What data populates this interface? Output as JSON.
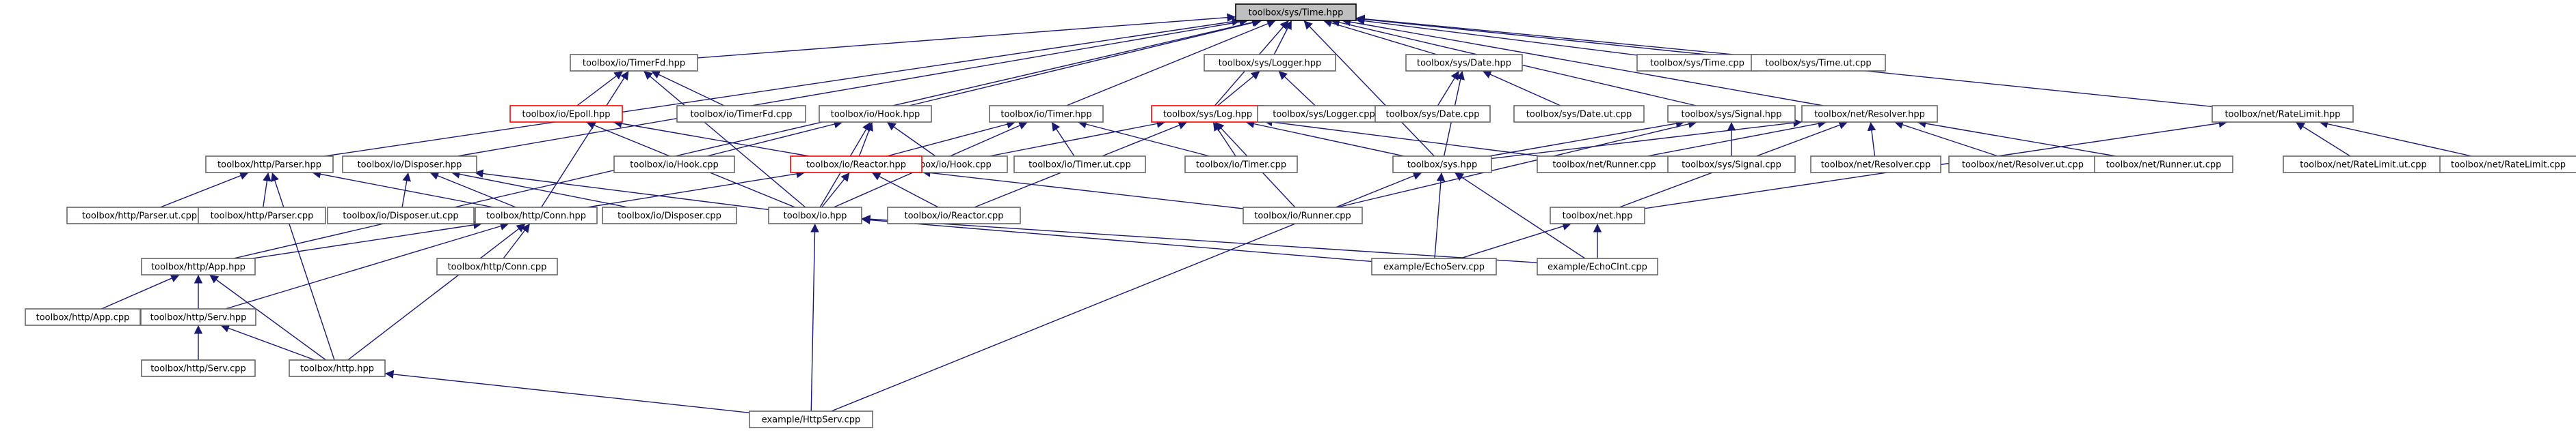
{
  "root": "toolbox/sys/Time.hpp",
  "nodes": [
    {
      "id": "time_hpp",
      "label": "toolbox/sys/Time.hpp",
      "style": "root"
    },
    {
      "id": "timerfd_hpp",
      "label": "toolbox/io/TimerFd.hpp"
    },
    {
      "id": "logger_hpp",
      "label": "toolbox/sys/Logger.hpp"
    },
    {
      "id": "date_hpp",
      "label": "toolbox/sys/Date.hpp"
    },
    {
      "id": "time_cpp",
      "label": "toolbox/sys/Time.cpp"
    },
    {
      "id": "time_ut_cpp",
      "label": "toolbox/sys/Time.ut.cpp"
    },
    {
      "id": "epoll_hpp",
      "label": "toolbox/io/Epoll.hpp",
      "style": "red"
    },
    {
      "id": "timerfd_cpp",
      "label": "toolbox/io/TimerFd.cpp"
    },
    {
      "id": "hook_hpp",
      "label": "toolbox/io/Hook.hpp"
    },
    {
      "id": "timer_hpp",
      "label": "toolbox/io/Timer.hpp"
    },
    {
      "id": "log_hpp",
      "label": "toolbox/sys/Log.hpp",
      "style": "red"
    },
    {
      "id": "logger_cpp",
      "label": "toolbox/sys/Logger.cpp"
    },
    {
      "id": "date_cpp",
      "label": "toolbox/sys/Date.cpp"
    },
    {
      "id": "date_ut_cpp",
      "label": "toolbox/sys/Date.ut.cpp"
    },
    {
      "id": "signal_hpp",
      "label": "toolbox/sys/Signal.hpp"
    },
    {
      "id": "resolver_hpp",
      "label": "toolbox/net/Resolver.hpp"
    },
    {
      "id": "ratelimit_hpp",
      "label": "toolbox/net/RateLimit.hpp"
    },
    {
      "id": "parser_hpp",
      "label": "toolbox/http/Parser.hpp"
    },
    {
      "id": "disposer_hpp",
      "label": "toolbox/io/Disposer.hpp"
    },
    {
      "id": "hook_cpp",
      "label": "toolbox/io/Hook.cpp"
    },
    {
      "id": "iohook_cpp",
      "label": "toolbox/io/Hook.cpp"
    },
    {
      "id": "reactor_hpp",
      "label": "toolbox/io/Reactor.hpp",
      "style": "red"
    },
    {
      "id": "timer_ut_cpp",
      "label": "toolbox/io/Timer.ut.cpp"
    },
    {
      "id": "timer_cpp",
      "label": "toolbox/io/Timer.cpp"
    },
    {
      "id": "sys_hpp",
      "label": "toolbox/sys.hpp"
    },
    {
      "id": "net_runner_cpp",
      "label": "toolbox/net/Runner.cpp"
    },
    {
      "id": "signal_cpp",
      "label": "toolbox/sys/Signal.cpp"
    },
    {
      "id": "resolver_cpp",
      "label": "toolbox/net/Resolver.cpp"
    },
    {
      "id": "resolver_ut_cpp",
      "label": "toolbox/net/Resolver.ut.cpp"
    },
    {
      "id": "runner_ut_cpp",
      "label": "toolbox/net/Runner.ut.cpp"
    },
    {
      "id": "ratelimit_ut_cpp",
      "label": "toolbox/net/RateLimit.ut.cpp"
    },
    {
      "id": "ratelimit_cpp",
      "label": "toolbox/net/RateLimit.cpp"
    },
    {
      "id": "parser_ut_cpp",
      "label": "toolbox/http/Parser.ut.cpp"
    },
    {
      "id": "parser_cpp",
      "label": "toolbox/http/Parser.cpp"
    },
    {
      "id": "disposer_ut_cpp",
      "label": "toolbox/io/Disposer.ut.cpp"
    },
    {
      "id": "conn_hpp",
      "label": "toolbox/http/Conn.hpp"
    },
    {
      "id": "disposer_cpp",
      "label": "toolbox/io/Disposer.cpp"
    },
    {
      "id": "io_hpp",
      "label": "toolbox/io.hpp"
    },
    {
      "id": "reactor_cpp",
      "label": "toolbox/io/Reactor.cpp"
    },
    {
      "id": "io_runner_cpp",
      "label": "toolbox/io/Runner.cpp"
    },
    {
      "id": "net_hpp",
      "label": "toolbox/net.hpp"
    },
    {
      "id": "app_hpp",
      "label": "toolbox/http/App.hpp"
    },
    {
      "id": "conn_cpp",
      "label": "toolbox/http/Conn.cpp"
    },
    {
      "id": "echoserv_cpp",
      "label": "example/EchoServ.cpp"
    },
    {
      "id": "echoclnt_cpp",
      "label": "example/EchoClnt.cpp"
    },
    {
      "id": "app_cpp",
      "label": "toolbox/http/App.cpp"
    },
    {
      "id": "serv_hpp",
      "label": "toolbox/http/Serv.hpp"
    },
    {
      "id": "serv_cpp",
      "label": "toolbox/http/Serv.cpp"
    },
    {
      "id": "http_hpp",
      "label": "toolbox/http.hpp"
    },
    {
      "id": "httpserv_cpp",
      "label": "example/HttpServ.cpp"
    }
  ],
  "edges": [
    [
      "time_hpp",
      "timerfd_hpp"
    ],
    [
      "time_hpp",
      "logger_hpp"
    ],
    [
      "time_hpp",
      "date_hpp"
    ],
    [
      "time_hpp",
      "time_cpp"
    ],
    [
      "time_hpp",
      "time_ut_cpp"
    ],
    [
      "time_hpp",
      "hook_hpp"
    ],
    [
      "time_hpp",
      "timer_hpp"
    ],
    [
      "time_hpp",
      "log_hpp"
    ],
    [
      "time_hpp",
      "signal_hpp"
    ],
    [
      "time_hpp",
      "resolver_hpp"
    ],
    [
      "time_hpp",
      "ratelimit_hpp"
    ],
    [
      "time_hpp",
      "parser_hpp"
    ],
    [
      "time_hpp",
      "disposer_hpp"
    ],
    [
      "time_hpp",
      "sys_hpp"
    ],
    [
      "time_hpp",
      "app_hpp"
    ],
    [
      "timerfd_hpp",
      "epoll_hpp"
    ],
    [
      "timerfd_hpp",
      "timerfd_cpp"
    ],
    [
      "timerfd_hpp",
      "io_hpp"
    ],
    [
      "timerfd_hpp",
      "conn_hpp"
    ],
    [
      "epoll_hpp",
      "reactor_hpp"
    ],
    [
      "epoll_hpp",
      "io_hpp"
    ],
    [
      "logger_hpp",
      "log_hpp"
    ],
    [
      "logger_hpp",
      "logger_cpp"
    ],
    [
      "date_hpp",
      "date_cpp"
    ],
    [
      "date_hpp",
      "date_ut_cpp"
    ],
    [
      "date_hpp",
      "sys_hpp"
    ],
    [
      "hook_hpp",
      "reactor_hpp"
    ],
    [
      "hook_hpp",
      "hook_cpp"
    ],
    [
      "hook_hpp",
      "iohook_cpp"
    ],
    [
      "hook_hpp",
      "io_hpp"
    ],
    [
      "timer_hpp",
      "reactor_hpp"
    ],
    [
      "timer_hpp",
      "timer_ut_cpp"
    ],
    [
      "timer_hpp",
      "timer_cpp"
    ],
    [
      "timer_hpp",
      "io_hpp"
    ],
    [
      "log_hpp",
      "iohook_cpp"
    ],
    [
      "log_hpp",
      "timer_cpp"
    ],
    [
      "log_hpp",
      "sys_hpp"
    ],
    [
      "log_hpp",
      "net_runner_cpp"
    ],
    [
      "log_hpp",
      "reactor_cpp"
    ],
    [
      "log_hpp",
      "io_runner_cpp"
    ],
    [
      "signal_hpp",
      "sys_hpp"
    ],
    [
      "signal_hpp",
      "signal_cpp"
    ],
    [
      "signal_hpp",
      "io_runner_cpp"
    ],
    [
      "resolver_hpp",
      "sys_hpp"
    ],
    [
      "resolver_hpp",
      "net_runner_cpp"
    ],
    [
      "resolver_hpp",
      "resolver_cpp"
    ],
    [
      "resolver_hpp",
      "resolver_ut_cpp"
    ],
    [
      "resolver_hpp",
      "runner_ut_cpp"
    ],
    [
      "resolver_hpp",
      "net_hpp"
    ],
    [
      "ratelimit_hpp",
      "ratelimit_ut_cpp"
    ],
    [
      "ratelimit_hpp",
      "ratelimit_cpp"
    ],
    [
      "ratelimit_hpp",
      "net_hpp"
    ],
    [
      "parser_hpp",
      "parser_ut_cpp"
    ],
    [
      "parser_hpp",
      "parser_cpp"
    ],
    [
      "parser_hpp",
      "conn_hpp"
    ],
    [
      "parser_hpp",
      "http_hpp"
    ],
    [
      "disposer_hpp",
      "disposer_ut_cpp"
    ],
    [
      "disposer_hpp",
      "conn_hpp"
    ],
    [
      "disposer_hpp",
      "disposer_cpp"
    ],
    [
      "disposer_hpp",
      "io_hpp"
    ],
    [
      "reactor_hpp",
      "conn_hpp"
    ],
    [
      "reactor_hpp",
      "io_hpp"
    ],
    [
      "reactor_hpp",
      "reactor_cpp"
    ],
    [
      "reactor_hpp",
      "io_runner_cpp"
    ],
    [
      "sys_hpp",
      "echoserv_cpp"
    ],
    [
      "sys_hpp",
      "echoclnt_cpp"
    ],
    [
      "sys_hpp",
      "httpserv_cpp"
    ],
    [
      "conn_hpp",
      "app_hpp"
    ],
    [
      "conn_hpp",
      "conn_cpp"
    ],
    [
      "conn_hpp",
      "serv_hpp"
    ],
    [
      "conn_hpp",
      "http_hpp"
    ],
    [
      "io_hpp",
      "echoserv_cpp"
    ],
    [
      "io_hpp",
      "echoclnt_cpp"
    ],
    [
      "io_hpp",
      "httpserv_cpp"
    ],
    [
      "net_hpp",
      "echoserv_cpp"
    ],
    [
      "net_hpp",
      "echoclnt_cpp"
    ],
    [
      "app_hpp",
      "app_cpp"
    ],
    [
      "app_hpp",
      "serv_hpp"
    ],
    [
      "app_hpp",
      "http_hpp"
    ],
    [
      "serv_hpp",
      "serv_cpp"
    ],
    [
      "serv_hpp",
      "http_hpp"
    ],
    [
      "http_hpp",
      "httpserv_cpp"
    ]
  ]
}
